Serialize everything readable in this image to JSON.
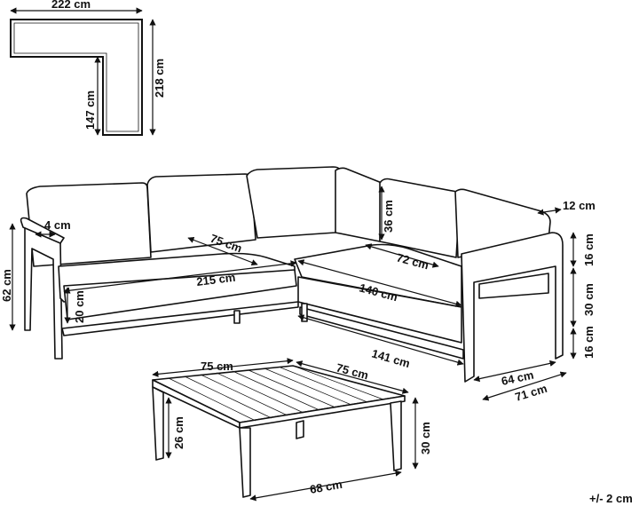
{
  "floor_plan": {
    "width_label": "222 cm",
    "depth_label": "218 cm",
    "inner_label": "147 cm"
  },
  "sofa": {
    "back_height_label": "36 cm",
    "armrest_label": "4 cm",
    "seat_depth_left_label": "75 cm",
    "seat_depth_right_label": "72 cm",
    "armrest_width_label": "12 cm",
    "arm_top_label": "16 cm",
    "arm_mid_label": "30 cm",
    "arm_bottom_label": "16 cm",
    "total_height_label": "62 cm",
    "seat_height_label": "20 cm",
    "left_length_label": "215 cm",
    "chaise_length_label": "140 cm",
    "chaise_bottom_label": "141 cm",
    "chaise_width_label": "64 cm",
    "chaise_total_label": "71 cm"
  },
  "table": {
    "width_label": "75 cm",
    "depth_label": "75 cm",
    "leg_height_label": "26 cm",
    "height_label": "30 cm",
    "base_label": "68 cm"
  },
  "tolerance_label": "+/- 2 cm"
}
